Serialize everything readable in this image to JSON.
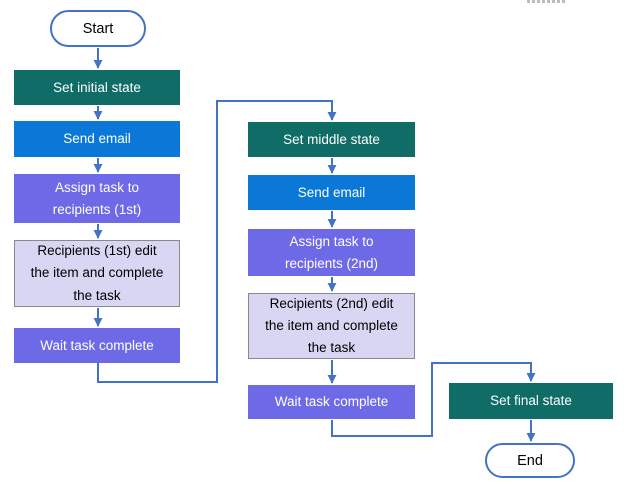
{
  "diagram": {
    "type": "flowchart",
    "nodes": [
      {
        "id": "start",
        "label": "Start",
        "shape": "terminator",
        "color": "white"
      },
      {
        "id": "set-initial-state",
        "label": "Set initial state",
        "shape": "process",
        "color": "teal"
      },
      {
        "id": "send-email-1",
        "label": "Send email",
        "shape": "process",
        "color": "blue"
      },
      {
        "id": "assign-task-1",
        "label": "Assign task to recipients (1st)",
        "shape": "process",
        "color": "purple"
      },
      {
        "id": "recipients-1",
        "label": "Recipients (1st) edit the item and complete the task",
        "shape": "process",
        "color": "lavender"
      },
      {
        "id": "wait-task-1",
        "label": "Wait task complete",
        "shape": "process",
        "color": "purple"
      },
      {
        "id": "set-middle-state",
        "label": "Set middle state",
        "shape": "process",
        "color": "teal"
      },
      {
        "id": "send-email-2",
        "label": "Send email",
        "shape": "process",
        "color": "blue"
      },
      {
        "id": "assign-task-2",
        "label": "Assign task to recipients (2nd)",
        "shape": "process",
        "color": "purple"
      },
      {
        "id": "recipients-2",
        "label": "Recipients (2nd) edit the item and complete the task",
        "shape": "process",
        "color": "lavender"
      },
      {
        "id": "wait-task-2",
        "label": "Wait task complete",
        "shape": "process",
        "color": "purple"
      },
      {
        "id": "set-final-state",
        "label": "Set final state",
        "shape": "process",
        "color": "teal"
      },
      {
        "id": "end",
        "label": "End",
        "shape": "terminator",
        "color": "white"
      }
    ],
    "edges": [
      {
        "from": "start",
        "to": "set-initial-state"
      },
      {
        "from": "set-initial-state",
        "to": "send-email-1"
      },
      {
        "from": "send-email-1",
        "to": "assign-task-1"
      },
      {
        "from": "assign-task-1",
        "to": "recipients-1"
      },
      {
        "from": "recipients-1",
        "to": "wait-task-1"
      },
      {
        "from": "wait-task-1",
        "to": "set-middle-state"
      },
      {
        "from": "set-middle-state",
        "to": "send-email-2"
      },
      {
        "from": "send-email-2",
        "to": "assign-task-2"
      },
      {
        "from": "assign-task-2",
        "to": "recipients-2"
      },
      {
        "from": "recipients-2",
        "to": "wait-task-2"
      },
      {
        "from": "wait-task-2",
        "to": "set-final-state"
      },
      {
        "from": "set-final-state",
        "to": "end"
      }
    ]
  },
  "palette": {
    "teal": "#0F6C66",
    "blue": "#0B78D7",
    "purple": "#6E69E6",
    "lavender": "#D8D6F3",
    "lavender-border": "#88888F",
    "connector": "#4472C4",
    "text-light": "#FFFFFF",
    "text-dark": "#000000"
  }
}
